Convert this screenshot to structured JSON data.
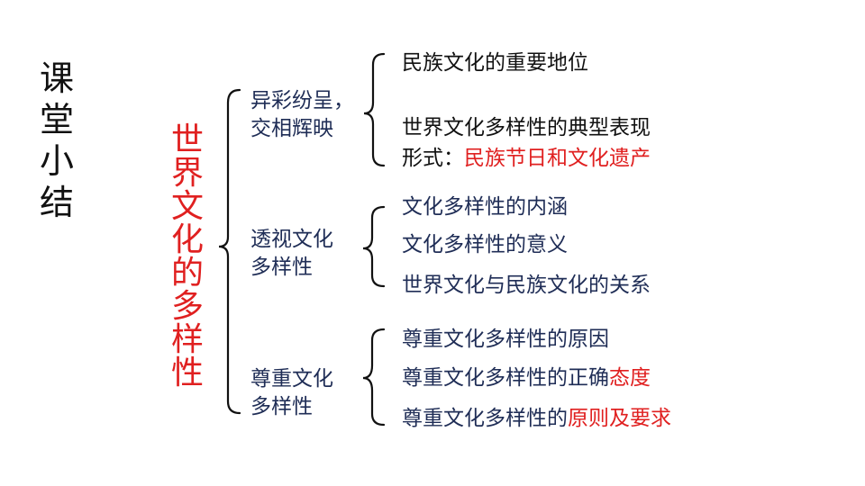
{
  "side_title": [
    "课",
    "堂",
    "小",
    "结"
  ],
  "main_title": [
    "世",
    "界",
    "文",
    "化",
    "的",
    "多",
    "样",
    "性"
  ],
  "branches": [
    {
      "label_lines": [
        "异彩纷呈，",
        "交相辉映"
      ],
      "items": [
        {
          "parts": [
            {
              "text": "民族文化的重要地位",
              "style": "black"
            }
          ]
        },
        {
          "parts": [
            {
              "text": "世界文化多样性的典型表现",
              "style": "black"
            }
          ]
        },
        {
          "parts": [
            {
              "text": "形式：",
              "style": "black"
            },
            {
              "text": "民族节日和文化遗产",
              "style": "red"
            }
          ]
        }
      ]
    },
    {
      "label_lines": [
        "透视文化",
        "多样性"
      ],
      "items": [
        {
          "parts": [
            {
              "text": "文化多样性的内涵",
              "style": "navy"
            }
          ]
        },
        {
          "parts": [
            {
              "text": "文化多样性的意义",
              "style": "navy"
            }
          ]
        },
        {
          "parts": [
            {
              "text": "世界文化与民族文化的关系",
              "style": "navy"
            }
          ]
        }
      ]
    },
    {
      "label_lines": [
        "尊重文化",
        "多样性"
      ],
      "items": [
        {
          "parts": [
            {
              "text": "尊重文化多样性的原因",
              "style": "navy"
            }
          ]
        },
        {
          "parts": [
            {
              "text": "尊重文化多样性的正确",
              "style": "navy"
            },
            {
              "text": "态度",
              "style": "red"
            }
          ]
        },
        {
          "parts": [
            {
              "text": "尊重文化多样性的",
              "style": "navy"
            },
            {
              "text": "原则及要求",
              "style": "red"
            }
          ]
        }
      ]
    }
  ],
  "colors": {
    "red": "#e02020",
    "navy": "#1f2d56",
    "black": "#111111"
  }
}
